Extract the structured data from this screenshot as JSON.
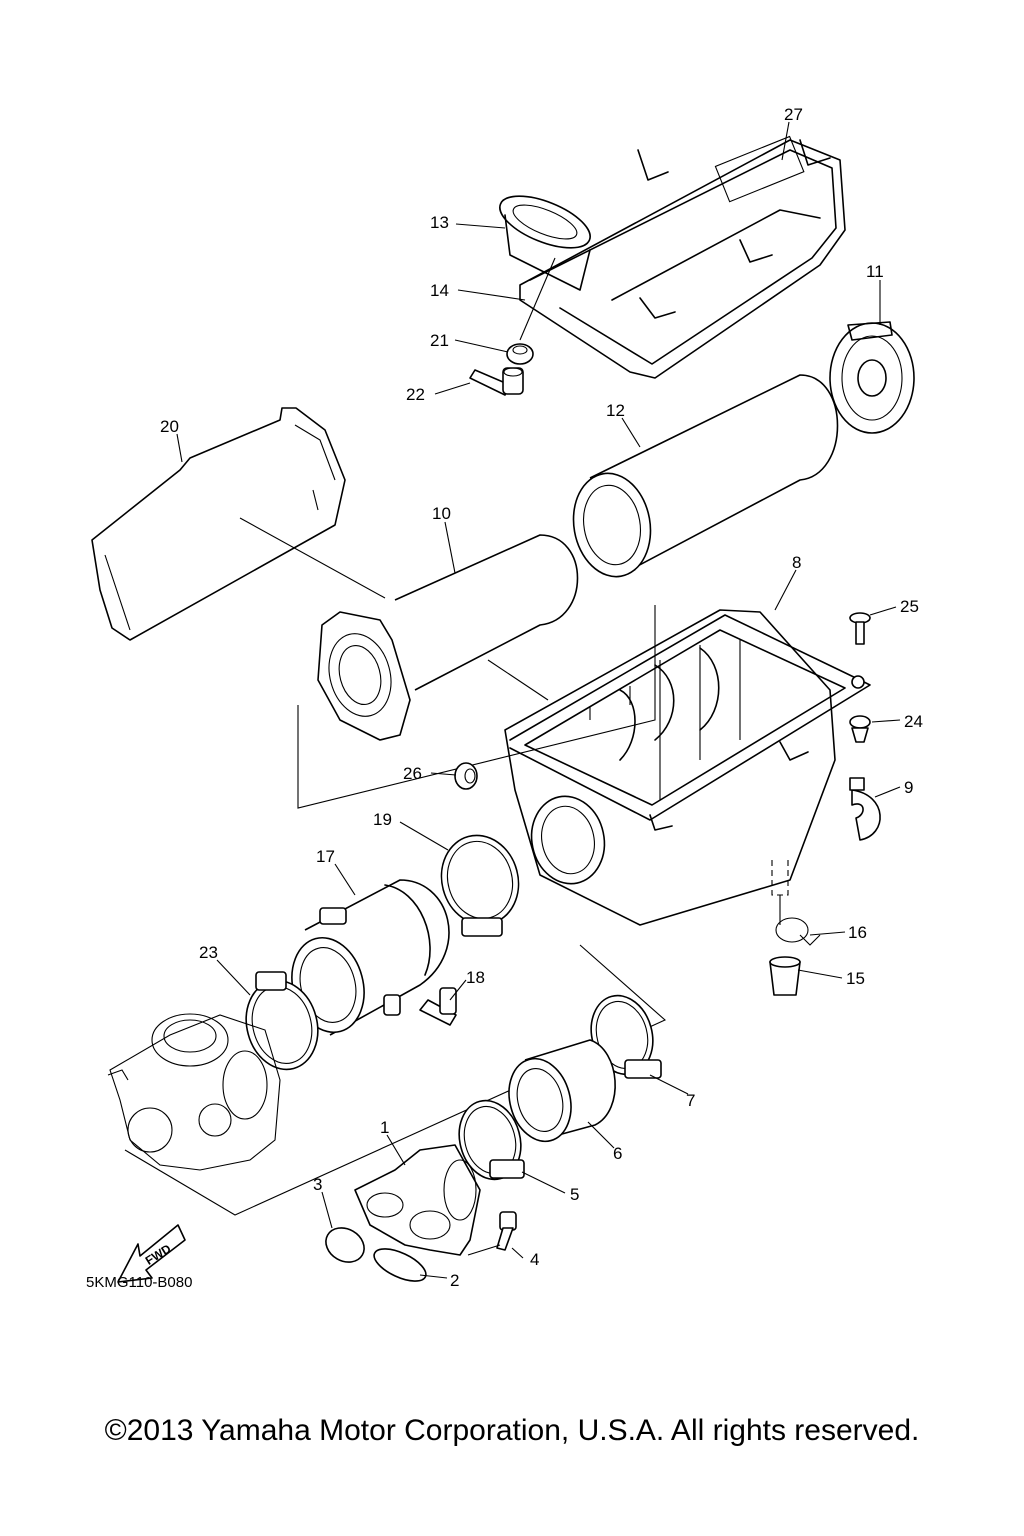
{
  "diagram": {
    "callouts": [
      "1",
      "2",
      "3",
      "4",
      "5",
      "6",
      "7",
      "8",
      "9",
      "10",
      "11",
      "12",
      "13",
      "14",
      "15",
      "16",
      "17",
      "18",
      "19",
      "20",
      "21",
      "22",
      "23",
      "24",
      "25",
      "26",
      "27"
    ],
    "drawing_code": "5KMG110-B080",
    "fwd_label": "FWD",
    "copyright": "©2013 Yamaha Motor Corporation, U.S.A. All rights reserved."
  }
}
